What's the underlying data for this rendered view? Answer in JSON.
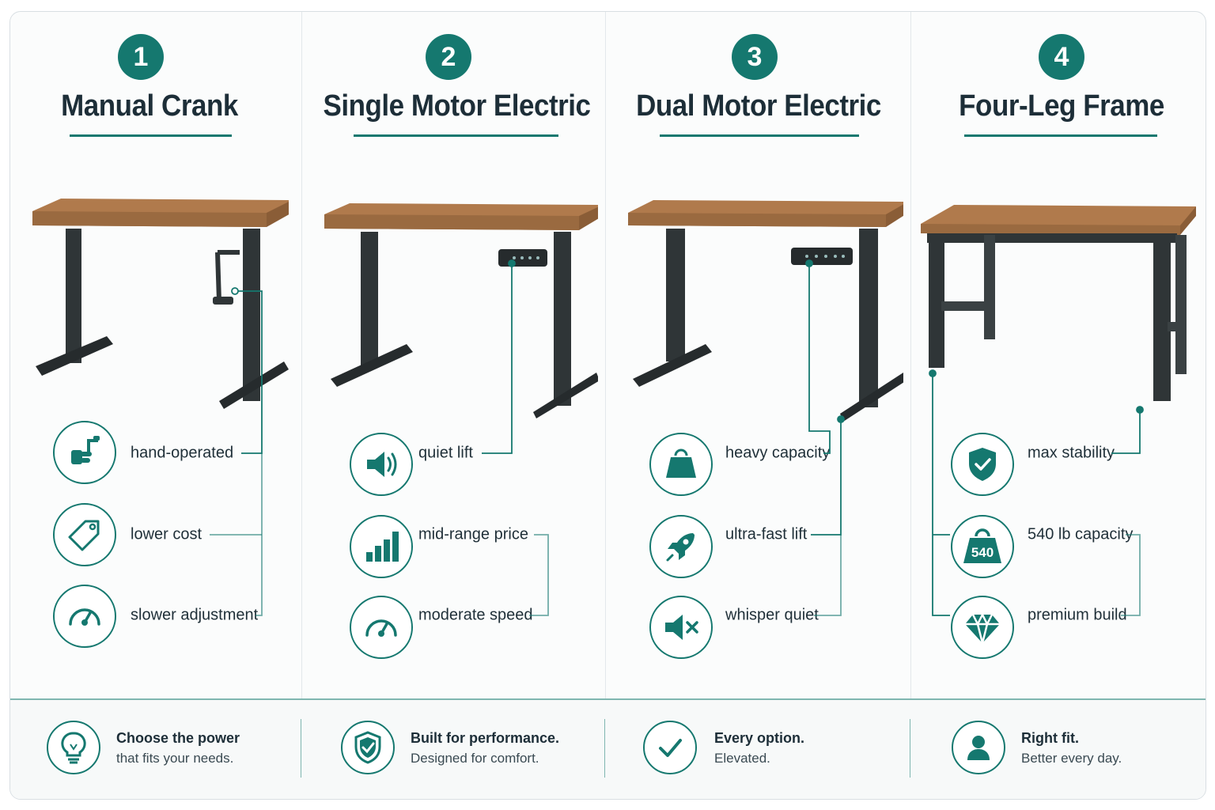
{
  "colors": {
    "accent": "#15786f",
    "text": "#1d2e38",
    "wood": "#b07a4c",
    "frame": "#2f3537"
  },
  "columns": [
    {
      "number": "1",
      "title": "Manual Crank",
      "features": [
        {
          "label": "hand-operated",
          "icon": "hand-crank-icon"
        },
        {
          "label": "lower cost",
          "icon": "price-tag-icon"
        },
        {
          "label": "slower adjustment",
          "icon": "speedometer-icon"
        }
      ]
    },
    {
      "number": "2",
      "title": "Single Motor Electric",
      "features": [
        {
          "label": "quiet lift",
          "icon": "speaker-icon"
        },
        {
          "label": "mid-range price",
          "icon": "bar-chart-icon"
        },
        {
          "label": "moderate speed",
          "icon": "speedometer-icon"
        }
      ]
    },
    {
      "number": "3",
      "title": "Dual Motor Electric",
      "features": [
        {
          "label": "heavy capacity",
          "icon": "weight-icon"
        },
        {
          "label": "ultra-fast lift",
          "icon": "rocket-icon"
        },
        {
          "label": "whisper quiet",
          "icon": "mute-speaker-icon"
        }
      ]
    },
    {
      "number": "4",
      "title": "Four-Leg Frame",
      "features": [
        {
          "label": "max stability",
          "icon": "shield-check-icon"
        },
        {
          "label": "540 lb capacity",
          "icon": "weight-540-icon",
          "badge": "540"
        },
        {
          "label": "premium build",
          "icon": "diamond-icon"
        }
      ]
    }
  ],
  "footer": [
    {
      "line1": "Choose the power",
      "line2": "that fits your needs.",
      "icon": "lightbulb-icon"
    },
    {
      "line1": "Built for performance.",
      "line2": "Designed for comfort.",
      "icon": "shield-check-icon"
    },
    {
      "line1": "Every option.",
      "line2": "Elevated.",
      "icon": "checkmark-icon"
    },
    {
      "line1": "Right fit.",
      "line2": "Better every day.",
      "icon": "user-icon"
    }
  ]
}
